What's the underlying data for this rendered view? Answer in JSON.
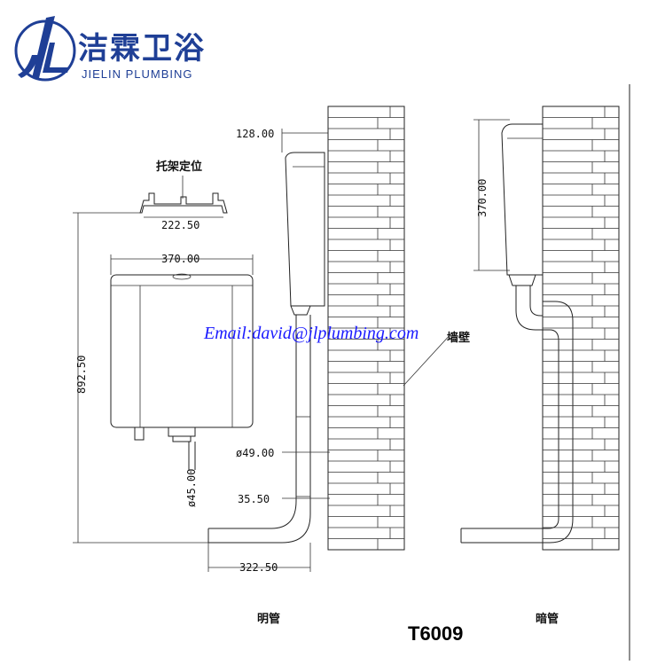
{
  "brand": {
    "name_cn": "洁霖卫浴",
    "name_en": "JIELIN PLUMBING",
    "logo_letters": "JL",
    "color": "#1f3f96"
  },
  "email": "Email:david@jlplumbing.com",
  "model": "T6009",
  "labels": {
    "bracket_position": "托架定位",
    "exposed_pipe": "明管",
    "concealed_pipe": "暗管",
    "wall": "墙壁"
  },
  "dimensions": {
    "bracket_width": "222.50",
    "tank_width": "370.00",
    "total_height": "892.50",
    "wall_offset": "128.00",
    "inlet_diameter": "ø49.00",
    "pipe_offset": "35.50",
    "outlet_diameter": "ø45.00",
    "pipe_length": "322.50",
    "concealed_height": "370.00"
  }
}
